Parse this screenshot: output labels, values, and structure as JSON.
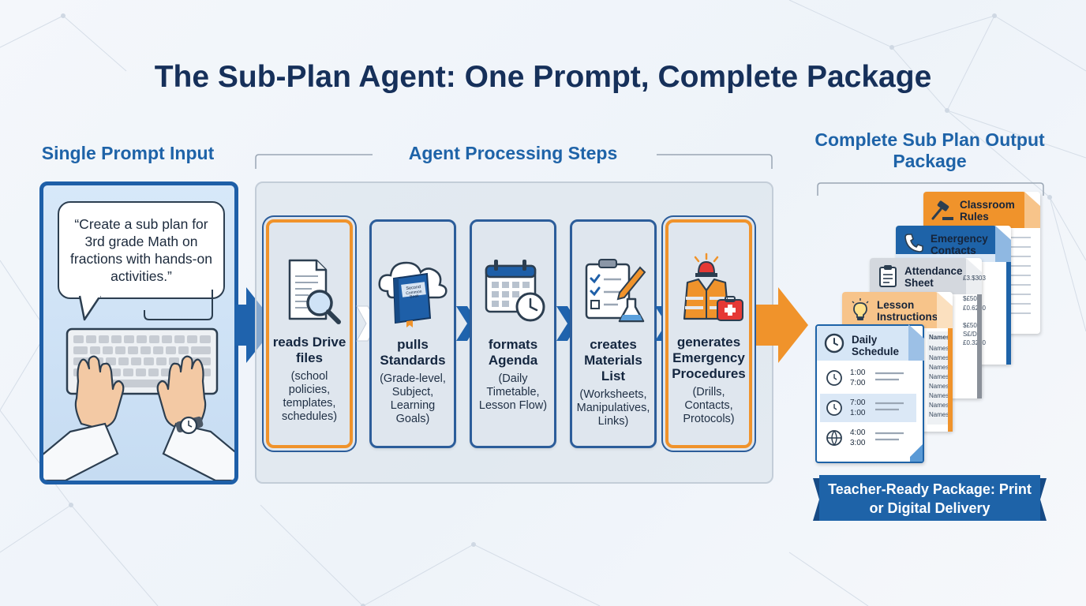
{
  "title": "The Sub-Plan Agent: One Prompt, Complete Package",
  "sections": {
    "input": "Single Prompt Input",
    "steps": "Agent Processing Steps",
    "output": "Complete Sub Plan Output Package"
  },
  "prompt_text": "“Create a sub plan for 3rd grade Math on fractions with hands-on activities.”",
  "steps": [
    {
      "title": "reads Drive files",
      "desc": "(school policies, templates, schedules)",
      "icon": "document-magnifier-icon"
    },
    {
      "title": "pulls Standards",
      "desc": "(Grade-level, Subject, Learning Goals)",
      "icon": "cloud-book-icon",
      "book_text": "Second Common Book"
    },
    {
      "title": "formats Agenda",
      "desc": "(Daily Timetable, Lesson Flow)",
      "icon": "calendar-clock-icon"
    },
    {
      "title": "creates Materials List",
      "desc": "(Worksheets, Manipulatives, Links)",
      "icon": "clipboard-flask-icon"
    },
    {
      "title": "generates Emergency Procedures",
      "desc": "(Drills, Contacts, Protocols)",
      "icon": "siren-vest-icon"
    }
  ],
  "output_docs": [
    {
      "label": "Classroom Rules",
      "icon": "gavel-icon",
      "color": "#f0932b"
    },
    {
      "label": "Emergency Contacts",
      "icon": "phone-icon",
      "color": "#1e63a8"
    },
    {
      "label": "Attendance Sheet",
      "icon": "clipboard-icon",
      "color": "#8a9099"
    },
    {
      "label": "Lesson Instructions",
      "icon": "lightbulb-icon",
      "color": "#f0932b"
    },
    {
      "label": "Daily Schedule",
      "icon": "clock-icon",
      "color": "#1e63a8"
    }
  ],
  "schedule_times": [
    {
      "a": "1:00",
      "b": "7:00"
    },
    {
      "a": "7:00",
      "b": "1:00"
    },
    {
      "a": "4:00",
      "b": "3:00"
    }
  ],
  "attendance_header": "Names",
  "attendance_names": [
    "Names",
    "Names",
    "Names",
    "Names",
    "Names",
    "Names",
    "Names",
    "Names"
  ],
  "attendance_numbers": [
    "£3.$303",
    "$£50",
    "£0.6200",
    "$£50",
    "S£/DI",
    "£0.3290"
  ],
  "ribbon": "Teacher-Ready Package: Print or Digital Delivery",
  "colors": {
    "navy": "#16305a",
    "blue": "#1e63a8",
    "orange": "#f0932b"
  }
}
